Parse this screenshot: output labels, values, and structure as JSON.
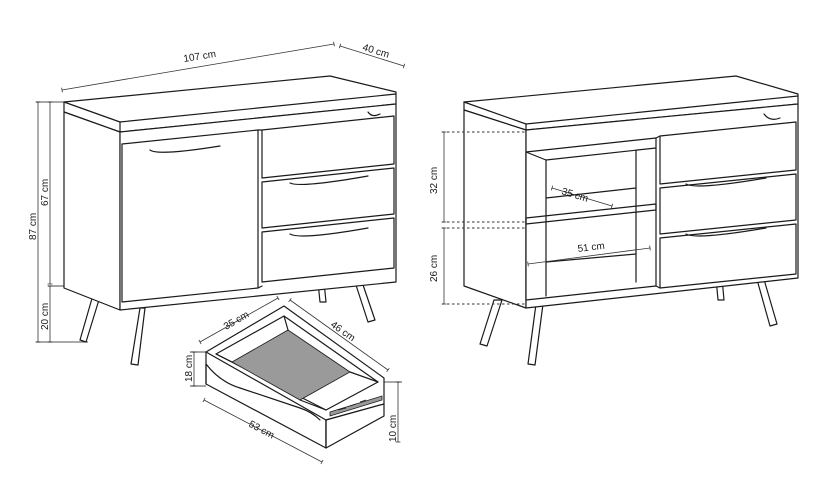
{
  "figure": {
    "front_view": {
      "width_label": "107 cm",
      "depth_label": "40 cm",
      "total_height_label": "87 cm",
      "body_height_label": "67 cm",
      "leg_height_label": "20 cm"
    },
    "open_view": {
      "upper_shelf_height_label": "32 cm",
      "lower_shelf_height_label": "26 cm",
      "shelf_depth_label": "35 cm",
      "shelf_width_label": "51 cm"
    },
    "drawer": {
      "inner_depth_label": "35 cm",
      "inner_width_label": "46 cm",
      "height_label": "18 cm",
      "front_width_label": "53 cm",
      "front_height_label": "10 cm"
    }
  }
}
